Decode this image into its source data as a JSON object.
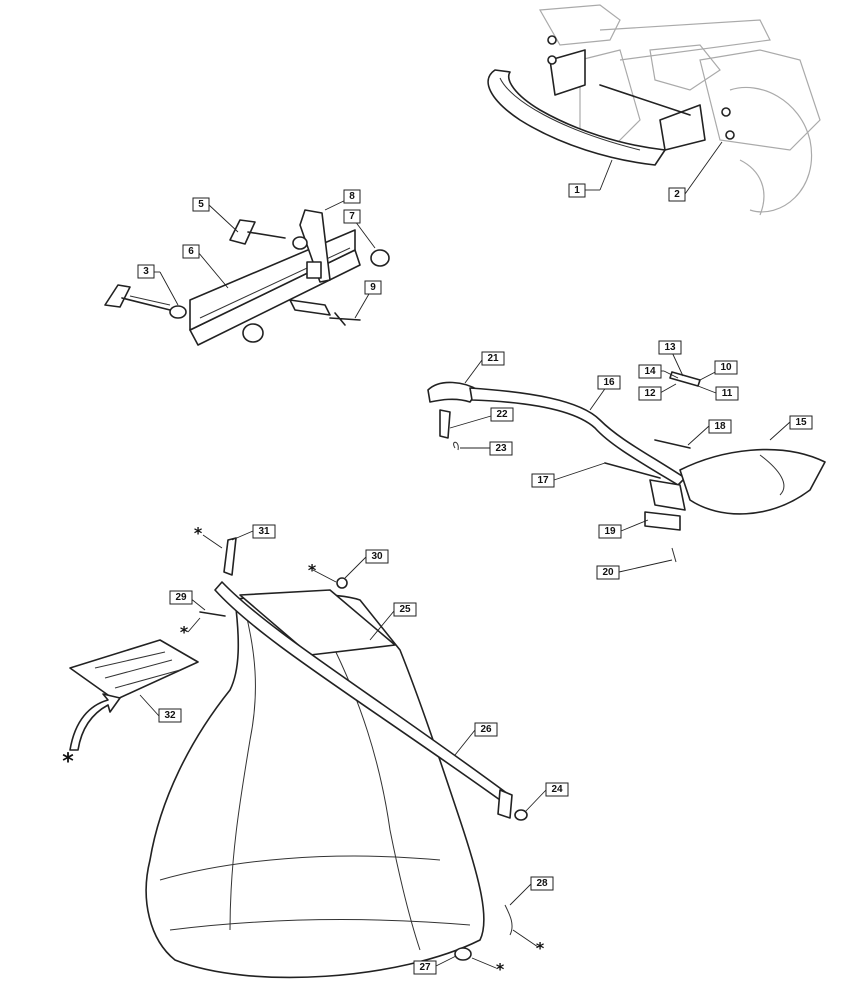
{
  "diagram": {
    "callouts": [
      "1",
      "2",
      "3",
      "5",
      "6",
      "7",
      "8",
      "9",
      "10",
      "11",
      "12",
      "13",
      "14",
      "15",
      "16",
      "17",
      "18",
      "19",
      "20",
      "21",
      "22",
      "23",
      "24",
      "25",
      "26",
      "27",
      "28",
      "29",
      "30",
      "31",
      "32"
    ],
    "asterisk_symbol": "*"
  }
}
